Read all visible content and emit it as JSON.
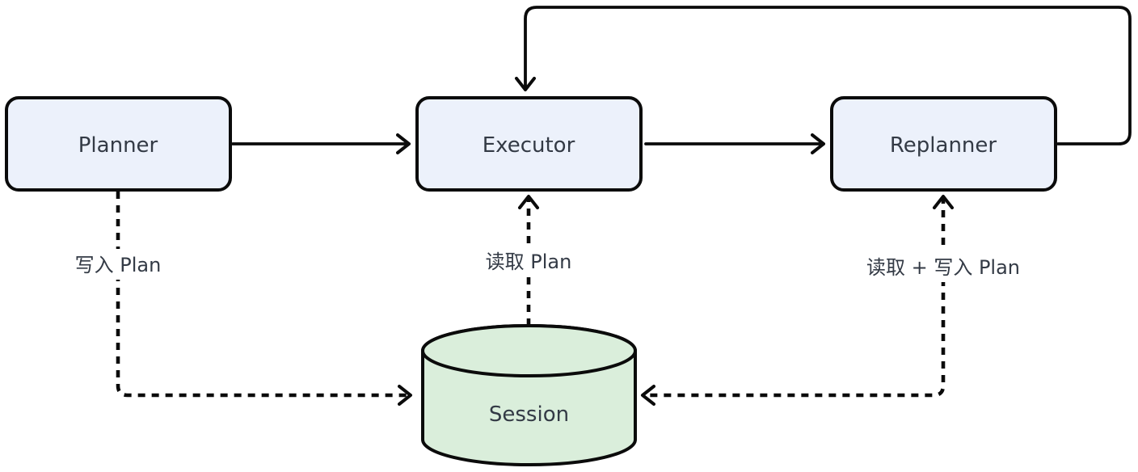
{
  "diagram": {
    "type": "flowchart",
    "direction": "left-to-right",
    "colors": {
      "background": "#ffffff",
      "node_fill": "#ecf1fb",
      "cylinder_fill": "#daeedb",
      "stroke": "#0b0b0b",
      "text": "#333a45"
    },
    "nodes": [
      {
        "id": "planner",
        "label": "Planner",
        "shape": "rounded-rect"
      },
      {
        "id": "executor",
        "label": "Executor",
        "shape": "rounded-rect"
      },
      {
        "id": "replanner",
        "label": "Replanner",
        "shape": "rounded-rect"
      },
      {
        "id": "session",
        "label": "Session",
        "shape": "cylinder"
      }
    ],
    "edges": [
      {
        "from": "planner",
        "to": "executor",
        "style": "solid",
        "label": ""
      },
      {
        "from": "executor",
        "to": "replanner",
        "style": "solid",
        "label": ""
      },
      {
        "from": "replanner",
        "to": "executor",
        "style": "solid",
        "label": "",
        "route": "top-loop"
      },
      {
        "from": "planner",
        "to": "session",
        "style": "dashed",
        "label": "写入 Plan"
      },
      {
        "from": "session",
        "to": "executor",
        "style": "dashed",
        "label": "读取 Plan"
      },
      {
        "from": "replanner",
        "to": "session",
        "style": "dashed",
        "bidirectional": true,
        "label": "读取 + 写入 Plan"
      }
    ]
  }
}
